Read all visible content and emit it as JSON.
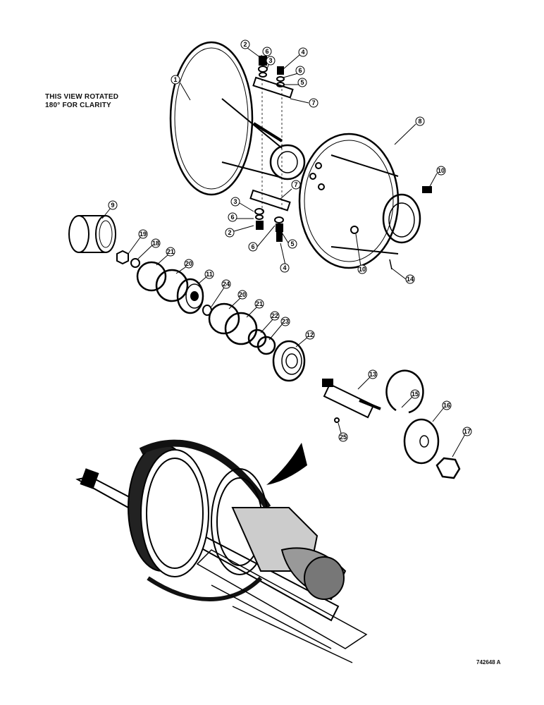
{
  "note": {
    "line1": "THIS VIEW ROTATED",
    "line2": "180° FOR CLARITY"
  },
  "figure_number": "742648 A",
  "callouts": [
    "1",
    "2",
    "3",
    "4",
    "5",
    "6",
    "7",
    "8",
    "9",
    "10",
    "11",
    "12",
    "13",
    "14",
    "15",
    "16",
    "17",
    "18",
    "19",
    "20",
    "21",
    "22",
    "23",
    "24",
    "25"
  ]
}
